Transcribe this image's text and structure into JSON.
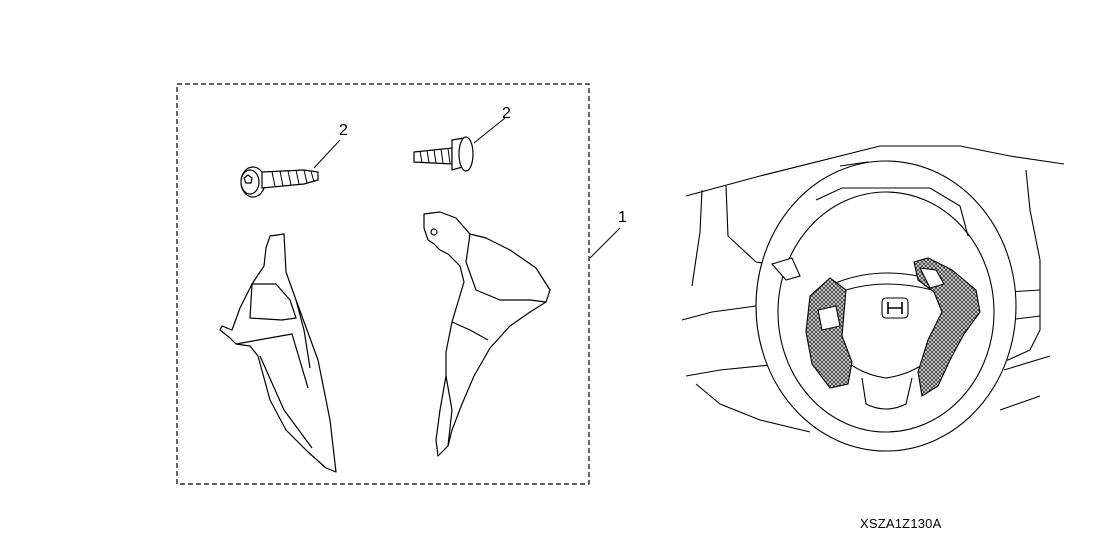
{
  "diagram": {
    "callouts": {
      "kit": "1",
      "bolt_left": "2",
      "bolt_right": "2"
    },
    "figure_code": "XSZA1Z130A"
  }
}
